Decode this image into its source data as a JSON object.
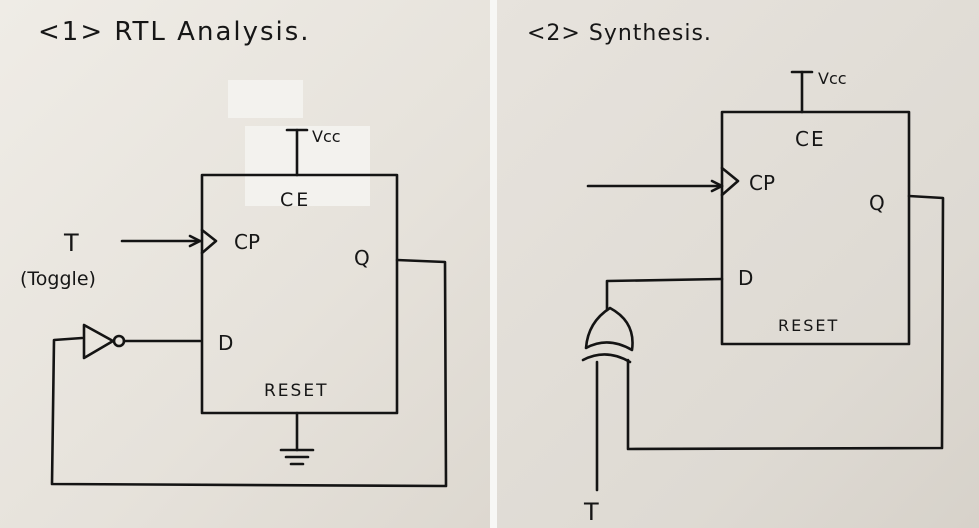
{
  "left": {
    "title": "<1> RTL Analysis.",
    "vcc": "Vcc",
    "ce": "CE",
    "cp": "CP",
    "q": "Q",
    "d": "D",
    "reset": "RESET",
    "t": "T",
    "toggle": "(Toggle)"
  },
  "right": {
    "title": "<2> Synthesis.",
    "vcc": "Vcc",
    "ce": "CE",
    "cp": "CP",
    "q": "Q",
    "d": "D",
    "reset": "RESET",
    "t": "T"
  }
}
